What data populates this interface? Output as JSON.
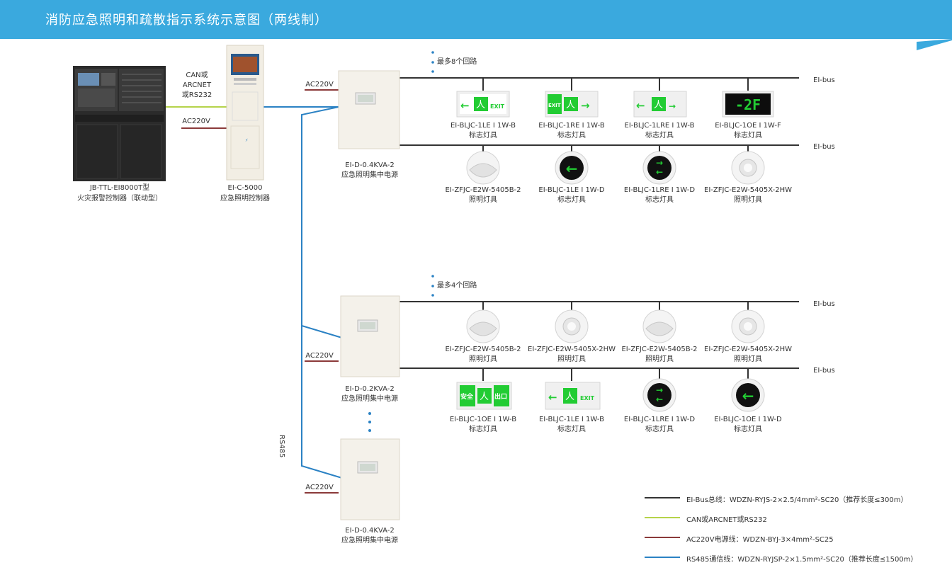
{
  "header": {
    "title": "消防应急照明和疏散指示系统示意图（两线制）",
    "background": "#3aa9de"
  },
  "colors": {
    "ei_bus": "#333333",
    "can": "#b5d34a",
    "ac220": "#8b3a3a",
    "rs485": "#2b82c4",
    "exit_green": "#22cc33"
  },
  "controllers": {
    "fire_alarm": {
      "model": "JB-TTL-EI8000T型",
      "name": "火灾报警控制器（联动型）"
    },
    "lighting_controller": {
      "model": "EI-C-5000",
      "name": "应急照明控制器"
    },
    "can_label": [
      "CAN或",
      "ARCNET",
      "或RS232"
    ],
    "ac_label": "AC220V"
  },
  "psu": [
    {
      "model": "EI-D-0.4KVA-2",
      "name": "应急照明集中电源",
      "ac": "AC220V"
    },
    {
      "model": "EI-D-0.2KVA-2",
      "name": "应急照明集中电源",
      "ac": "AC220V"
    },
    {
      "model": "EI-D-0.4KVA-2",
      "name": "应急照明集中电源",
      "ac": "AC220V"
    }
  ],
  "rs485_label": "RS485",
  "group1": {
    "max_loops": "最多8个回路",
    "bus_label": "EI-bus",
    "row1": [
      {
        "model": "EI-BLJC-1LE I 1W-B",
        "type": "标志灯具",
        "icon": "exit-left-sign"
      },
      {
        "model": "EI-BLJC-1RE I 1W-B",
        "type": "标志灯具",
        "icon": "exit-right-sign"
      },
      {
        "model": "EI-BLJC-1LRE I 1W-B",
        "type": "标志灯具",
        "icon": "exit-bidirectional-sign"
      },
      {
        "model": "EI-BLJC-1OE I 1W-F",
        "type": "标志灯具",
        "icon": "floor-sign",
        "display": "-2F"
      }
    ],
    "row2": [
      {
        "model": "EI-ZFJC-E2W-5405B-2",
        "type": "照明灯具",
        "icon": "dome-light"
      },
      {
        "model": "EI-BLJC-1LE I 1W-D",
        "type": "标志灯具",
        "icon": "round-arrow-left-sign"
      },
      {
        "model": "EI-BLJC-1LRE I 1W-D",
        "type": "标志灯具",
        "icon": "round-bidirectional-sign"
      },
      {
        "model": "EI-ZFJC-E2W-5405X-2HW",
        "type": "照明灯具",
        "icon": "downlight"
      }
    ]
  },
  "group2": {
    "max_loops": "最多4个回路",
    "bus_label": "EI-bus",
    "row1": [
      {
        "model": "EI-ZFJC-E2W-5405B-2",
        "type": "照明灯具",
        "icon": "dome-light"
      },
      {
        "model": "EI-ZFJC-E2W-5405X-2HW",
        "type": "照明灯具",
        "icon": "downlight"
      },
      {
        "model": "EI-ZFJC-E2W-5405B-2",
        "type": "照明灯具",
        "icon": "dome-light"
      },
      {
        "model": "EI-ZFJC-E2W-5405X-2HW",
        "type": "照明灯具",
        "icon": "downlight"
      }
    ],
    "row2": [
      {
        "model": "EI-BLJC-1OE I 1W-B",
        "type": "标志灯具",
        "icon": "safety-exit-sign",
        "display_left": "安全",
        "display_right": "出口"
      },
      {
        "model": "EI-BLJC-1LE I 1W-B",
        "type": "标志灯具",
        "icon": "exit-left-sign"
      },
      {
        "model": "EI-BLJC-1LRE I 1W-D",
        "type": "标志灯具",
        "icon": "round-bidirectional-sign"
      },
      {
        "model": "EI-BLJC-1OE I 1W-D",
        "type": "标志灯具",
        "icon": "round-arrow-left-sign"
      }
    ]
  },
  "sign_text": {
    "exit": "EXIT"
  },
  "legend": [
    {
      "text": "EI-Bus总线：WDZN-RYJS-2×2.5/4mm²-SC20（推荐长度≤300m）",
      "color": "#333333"
    },
    {
      "text": "CAN或ARCNET或RS232",
      "color": "#b5d34a"
    },
    {
      "text": "AC220V电源线：WDZN-BYJ-3×4mm²-SC25",
      "color": "#8b3a3a"
    },
    {
      "text": "RS485通信线：WDZN-RYJSP-2×1.5mm²-SC20（推荐长度≤1500m）",
      "color": "#2b82c4"
    }
  ]
}
